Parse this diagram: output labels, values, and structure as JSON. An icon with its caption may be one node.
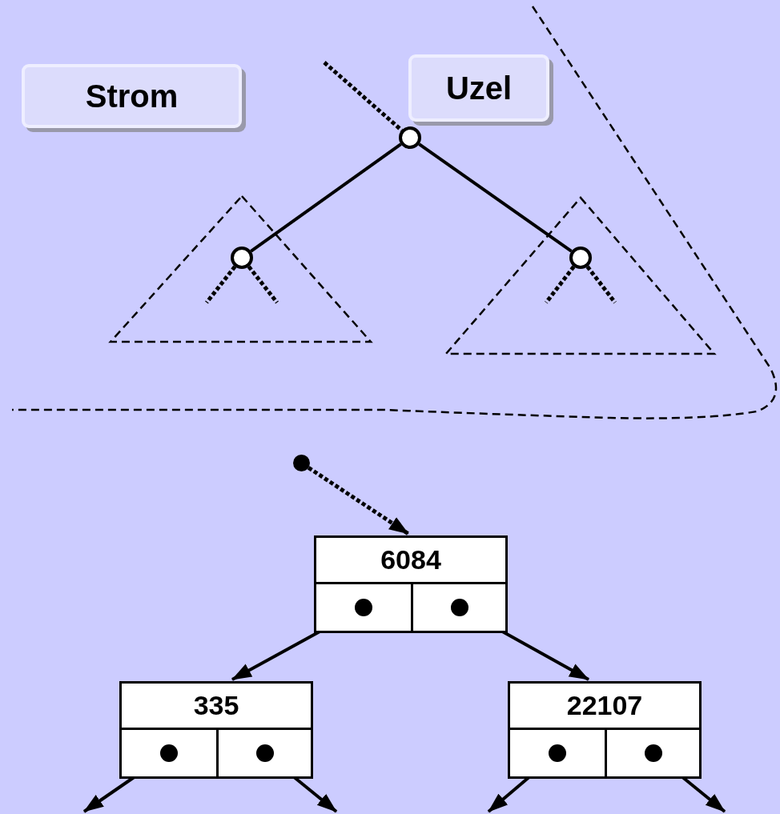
{
  "diagram": {
    "nodes": [
      {
        "text": [
          "Strom"
        ]
      },
      {
        "text": [
          "Uzel"
        ]
      },
      {
        "text": [],
        "shape": "circle"
      },
      {
        "text": [],
        "shape": "circle"
      },
      {
        "text": [],
        "shape": "circle"
      },
      {
        "text": [],
        "shape": "circle"
      },
      {
        "text": [
          "6084"
        ]
      },
      {
        "text": [],
        "shape": "box",
        "in": 6
      },
      {
        "text": [],
        "shape": "box",
        "in": 6
      },
      {
        "text": [
          "335"
        ]
      },
      {
        "text": [],
        "shape": "box",
        "in": 9
      },
      {
        "text": [],
        "shape": "box",
        "in": 9
      },
      {
        "text": [
          "22107"
        ]
      },
      {
        "text": [],
        "shape": "box",
        "in": 12
      },
      {
        "text": [],
        "shape": "box",
        "in": 12
      }
    ],
    "edges": [
      {
        "from": null,
        "to": 2,
        "arrow": "none",
        "style": "dashed"
      },
      {
        "from": 2,
        "to": 3,
        "arrow": "none"
      },
      {
        "from": 2,
        "to": 4,
        "arrow": "none"
      },
      {
        "from": 3,
        "to": null,
        "arrow": "none",
        "style": "dashed"
      },
      {
        "from": 3,
        "to": null,
        "arrow": "none",
        "style": "dashed"
      },
      {
        "from": 4,
        "to": null,
        "arrow": "none",
        "style": "dashed"
      },
      {
        "from": 4,
        "to": null,
        "arrow": "none",
        "style": "dashed"
      },
      {
        "from": 5,
        "to": 6,
        "arrow": "to",
        "style": "dashed"
      },
      {
        "from": 7,
        "to": 9,
        "arrow": "to"
      },
      {
        "from": 8,
        "to": 12,
        "arrow": "to"
      },
      {
        "from": 10,
        "to": null,
        "arrow": "to"
      },
      {
        "from": 11,
        "to": null,
        "arrow": "to"
      },
      {
        "from": 13,
        "to": null,
        "arrow": "to"
      },
      {
        "from": 14,
        "to": null,
        "arrow": "to"
      }
    ]
  }
}
